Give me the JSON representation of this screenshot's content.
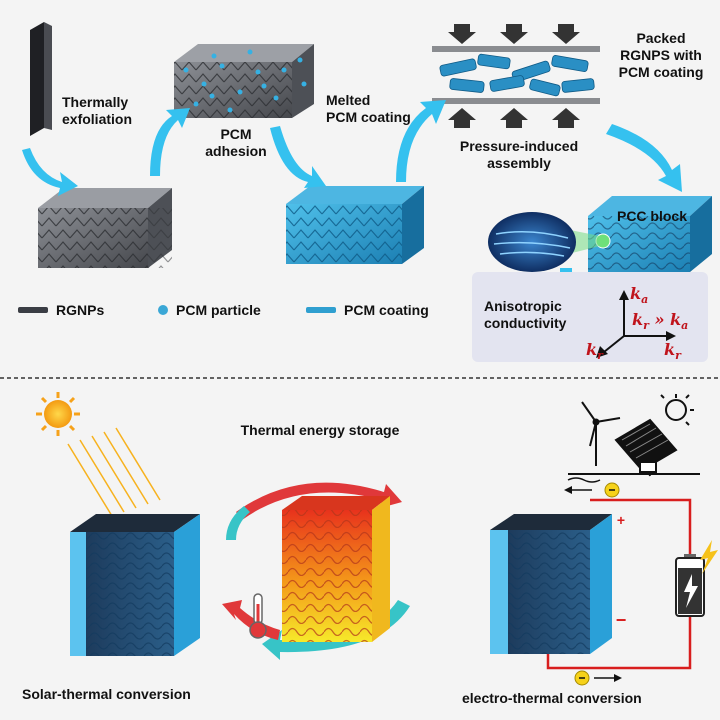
{
  "top": {
    "step1": "Thermally\nexfoliation",
    "step2": "PCM\nadhesion",
    "step3": "Melted\nPCM coating",
    "step4": "Pressure-induced\nassembly",
    "packed": "Packed\nRGNPS with\nPCM coating",
    "pcc_block": "PCC block",
    "anisotropic": "Anisotropic\nconductivity",
    "k_a": "k",
    "k_a_sub": "a",
    "k_r": "k",
    "k_r_sub": "r",
    "relation_sep": " » "
  },
  "legend": [
    {
      "label": "RGNPs",
      "color": "#3a3d44"
    },
    {
      "label": "PCM particle",
      "color": "#3aa7d6"
    },
    {
      "label": "PCM coating",
      "color": "#2f9fd0"
    }
  ],
  "bottom": {
    "title": "Thermal energy storage",
    "left_caption": "Solar-thermal conversion",
    "right_caption": "electro-thermal conversion",
    "plus": "+",
    "minus": "−"
  },
  "colors": {
    "arrow_cyan": "#35c1ef",
    "pcm_blue": "#2a9fd3",
    "graphite": "#55585e",
    "wire_red": "#d81e1e",
    "sun": "#f6a21b"
  }
}
